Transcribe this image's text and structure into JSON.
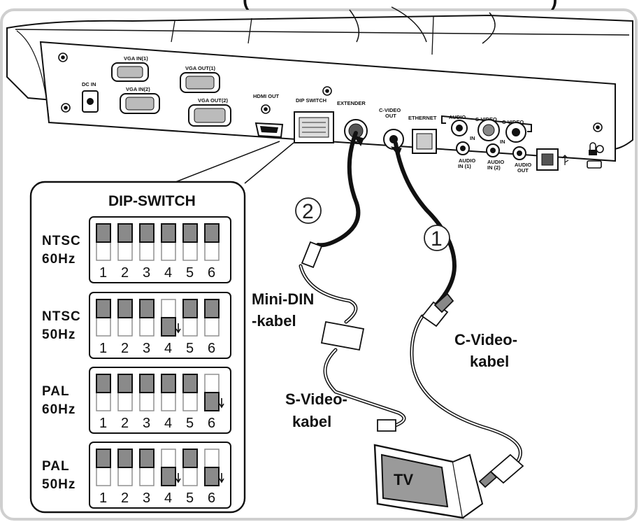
{
  "header": {
    "title_fragment": "(",
    "title_fragment_end": ")"
  },
  "ports": {
    "dc_in": "DC IN",
    "vga_in_1": "VGA IN(1)",
    "vga_in_2": "VGA IN(2)",
    "vga_out_1": "VGA OUT(1)",
    "vga_out_2": "VGA OUT(2)",
    "hdmi_out": "HDMI OUT",
    "dip_switch": "DIP SWITCH",
    "extender": "EXTENDER",
    "c_video_out_1": "C-VIDEO",
    "c_video_out_2": "OUT",
    "ethernet": "ETHERNET",
    "audio": "AUDIO",
    "s_video": "S-VIDEO",
    "c_video": "C-VIDEO",
    "in_left": "IN",
    "in_right": "IN",
    "audio_in1_a": "AUDIO",
    "audio_in1_b": "IN (1)",
    "audio_in2_a": "AUDIO",
    "audio_in2_b": "IN (2)",
    "audio_out_a": "AUDIO",
    "audio_out_b": "OUT"
  },
  "dip_panel": {
    "title": "DIP-SWITCH",
    "numbers": [
      "1",
      "2",
      "3",
      "4",
      "5",
      "6"
    ],
    "modes": [
      {
        "line1": "NTSC",
        "line2": "60Hz",
        "down": []
      },
      {
        "line1": "NTSC",
        "line2": "50Hz",
        "down": [
          4
        ]
      },
      {
        "line1": "PAL",
        "line2": "60Hz",
        "down": [
          6
        ]
      },
      {
        "line1": "PAL",
        "line2": "50Hz",
        "down": [
          4,
          6
        ]
      }
    ]
  },
  "callouts": {
    "step_2": "2",
    "step_1": "1",
    "mini_din_1": "Mini-DIN",
    "mini_din_2": "-kabel",
    "s_video_1": "S-Video-",
    "s_video_2": "kabel",
    "c_video_1": "C-Video-",
    "c_video_2": "kabel",
    "tv": "TV"
  },
  "colors": {
    "switch_fill": "#8a8a8a",
    "line": "#111111",
    "panel_bg": "#ffffff"
  }
}
